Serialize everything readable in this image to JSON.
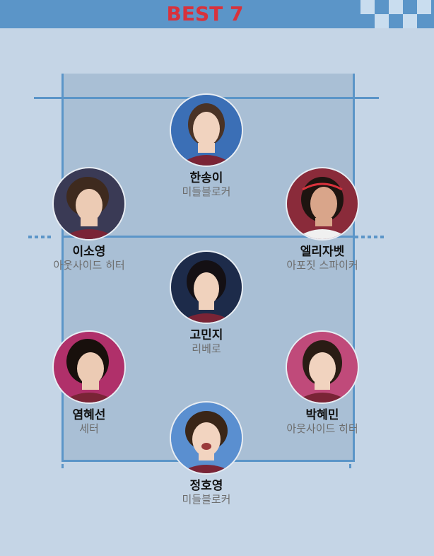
{
  "header": {
    "title": "BEST 7",
    "title_color": "#d8323c",
    "bar_color": "#5b95c8"
  },
  "players": [
    {
      "name": "한송이",
      "position": "미들블로커",
      "photo": "player-photo",
      "bg": "#3b6fb6",
      "hair": "#4a3326"
    },
    {
      "name": "이소영",
      "position": "아웃사이드 히터",
      "photo": "player-photo",
      "bg": "#3a3a55",
      "hair": "#3e2a1e"
    },
    {
      "name": "엘리자벳",
      "position": "아포짓 스파이커",
      "photo": "player-photo",
      "bg": "#8a2b3a",
      "hair": "#1e1410"
    },
    {
      "name": "고민지",
      "position": "리베로",
      "photo": "player-photo",
      "bg": "#1d2b4a",
      "hair": "#141014"
    },
    {
      "name": "염혜선",
      "position": "세터",
      "photo": "player-photo",
      "bg": "#b0306a",
      "hair": "#18100c"
    },
    {
      "name": "박혜민",
      "position": "아웃사이드 히터",
      "photo": "player-photo",
      "bg": "#c04a7a",
      "hair": "#2a1c14"
    },
    {
      "name": "정호영",
      "position": "미들블로커",
      "photo": "player-photo",
      "bg": "#5a8fd0",
      "hair": "#3a2618"
    }
  ]
}
